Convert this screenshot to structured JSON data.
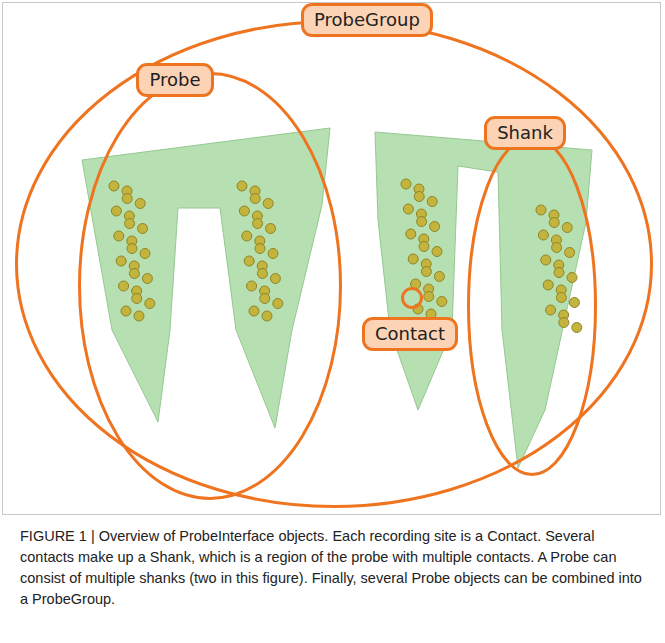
{
  "diagram": {
    "caption": "FIGURE 1 | Overview of ProbeInterface objects. Each recording site is a Contact. Several contacts make up a Shank, which is a region of the probe with multiple contacts. A Probe can consist of multiple shanks (two in this figure). Finally, several Probe objects can be combined into a ProbeGroup.",
    "nodes": [
      {
        "text": [
          "ProbeGroup"
        ]
      },
      {
        "text": [
          "Probe"
        ],
        "in": 0
      },
      {
        "text": [
          "Shank"
        ],
        "in": 0
      },
      {
        "text": [
          "Contact"
        ],
        "in": 0
      }
    ]
  }
}
